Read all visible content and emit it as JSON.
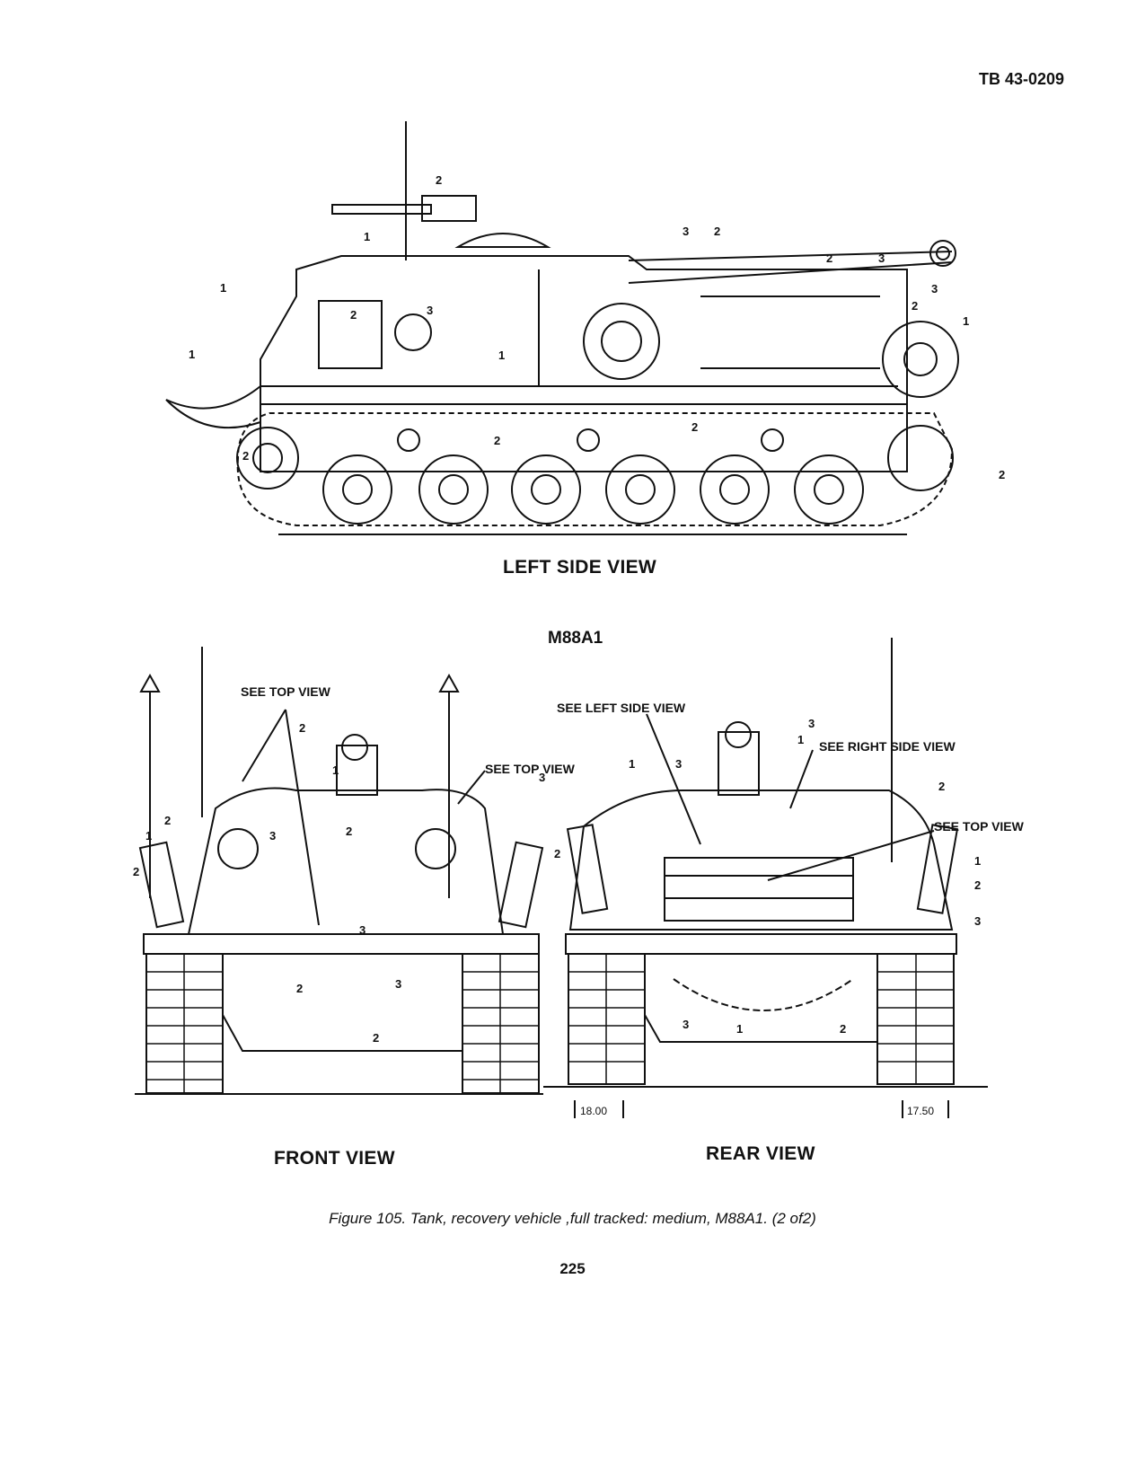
{
  "header": {
    "doc_id": "TB 43-0209"
  },
  "views": {
    "left_side": "LEFT SIDE VIEW",
    "model": "M88A1",
    "front": "FRONT VIEW",
    "rear": "REAR VIEW"
  },
  "callouts": {
    "see_top_view": "SEE TOP VIEW",
    "see_left_side_view": "SEE LEFT SIDE VIEW",
    "see_right_side_view": "SEE RIGHT SIDE VIEW"
  },
  "dimensions": {
    "left_track": "18.00",
    "right_track": "17.50"
  },
  "zone_labels": [
    "1",
    "2",
    "3"
  ],
  "caption": "Figure 105.  Tank, recovery vehicle ,full tracked: medium, M88A1. (2 of2)",
  "page_number": "225"
}
